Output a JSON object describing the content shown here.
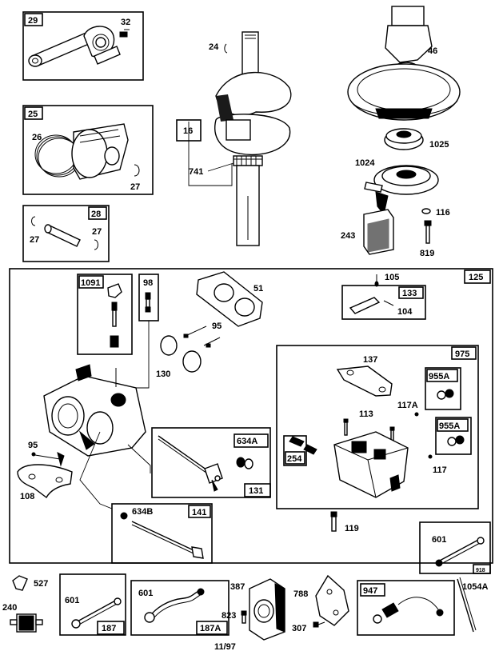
{
  "footer_date": "11/97",
  "boxes": {
    "b29": "29",
    "b25": "25",
    "b28": "28",
    "b16": "16",
    "b125": "125",
    "b1091": "1091",
    "b98": "98",
    "b133": "133",
    "b975": "975",
    "b955a1": "955A",
    "b955a2": "955A",
    "b254": "254",
    "b634a": "634A",
    "b131": "131",
    "b141": "141",
    "b918": "918",
    "b187": "187",
    "b187a": "187A",
    "b947": "947"
  },
  "labels": {
    "l32": "32",
    "l24": "24",
    "l46": "46",
    "l26": "26",
    "l27a": "27",
    "l741": "741",
    "l1025": "1025",
    "l1024": "1024",
    "l116": "116",
    "l27b": "27",
    "l27c": "27",
    "l243": "243",
    "l819": "819",
    "l51": "51",
    "l105": "105",
    "l104": "104",
    "l95a": "95",
    "l130": "130",
    "l137": "137",
    "l117a": "117A",
    "l113": "113",
    "l117": "117",
    "l95b": "95",
    "l108": "108",
    "l634b": "634B",
    "l119": "119",
    "l601a": "601",
    "l527": "527",
    "l240": "240",
    "l601b": "601",
    "l601c": "601",
    "l387": "387",
    "l823": "823",
    "l788": "788",
    "l307": "307",
    "l1054a": "1054A"
  }
}
